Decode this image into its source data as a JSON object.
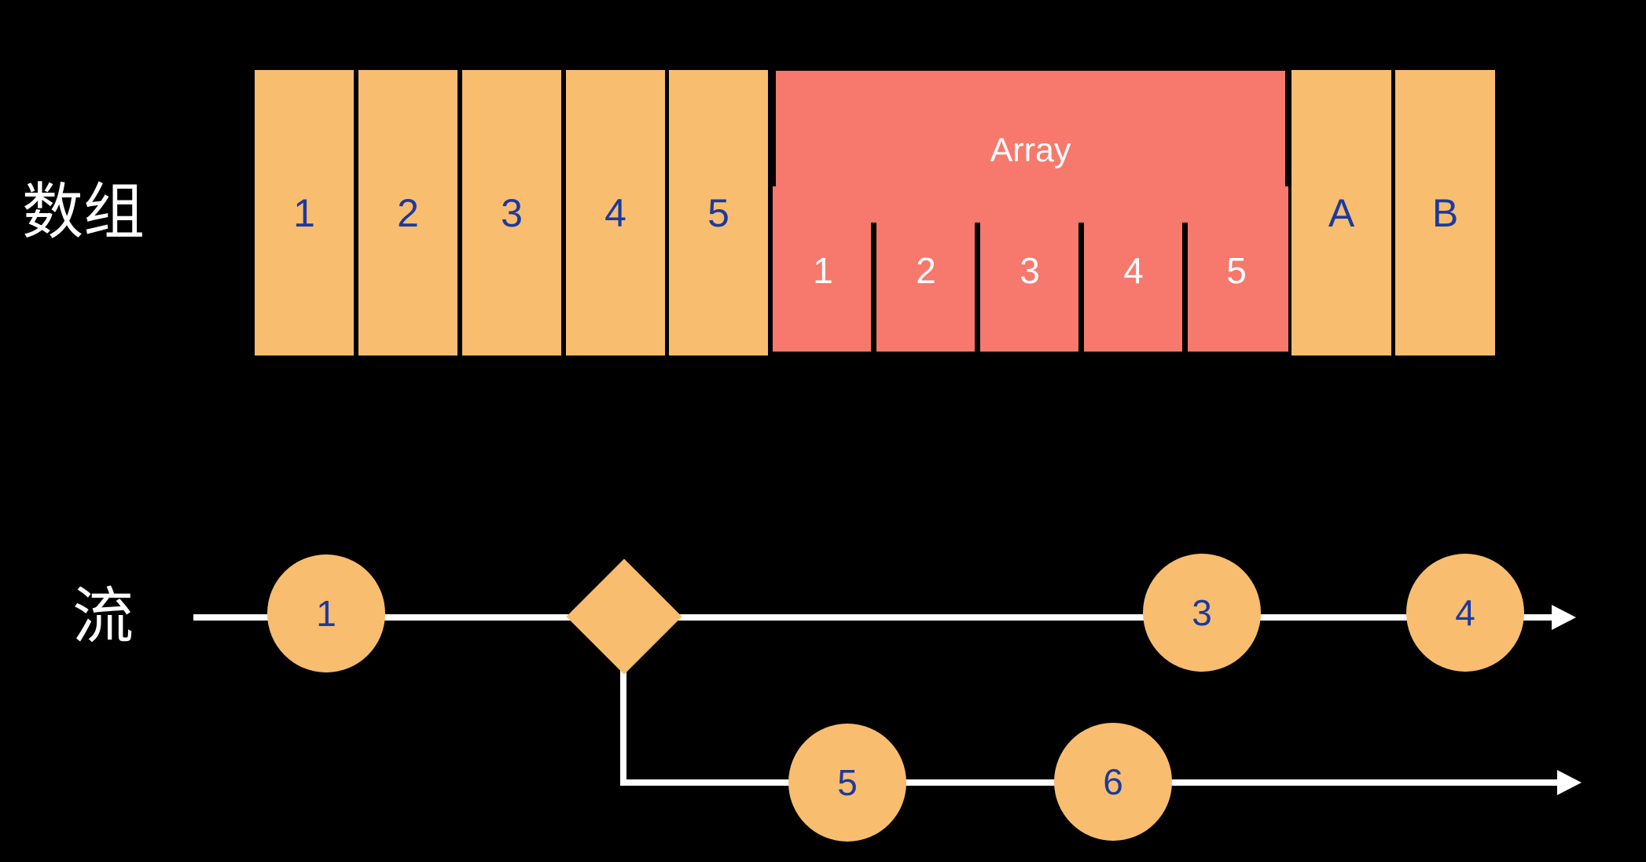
{
  "colors": {
    "background": "#000000",
    "box_orange": "#F9BD70",
    "array_salmon": "#F7786C",
    "digit_navy": "#1B3A9E",
    "line_white": "#FFFFFF"
  },
  "array_row": {
    "label": "数组",
    "boxes": [
      "1",
      "2",
      "3",
      "4",
      "5"
    ],
    "array_group": {
      "title": "Array",
      "cells": [
        "1",
        "2",
        "3",
        "4",
        "5"
      ]
    },
    "extra_boxes": [
      "A",
      "B"
    ]
  },
  "stream_row": {
    "label": "流",
    "main_nodes": [
      "1",
      "3",
      "4"
    ],
    "branch_nodes": [
      "5",
      "6"
    ]
  }
}
